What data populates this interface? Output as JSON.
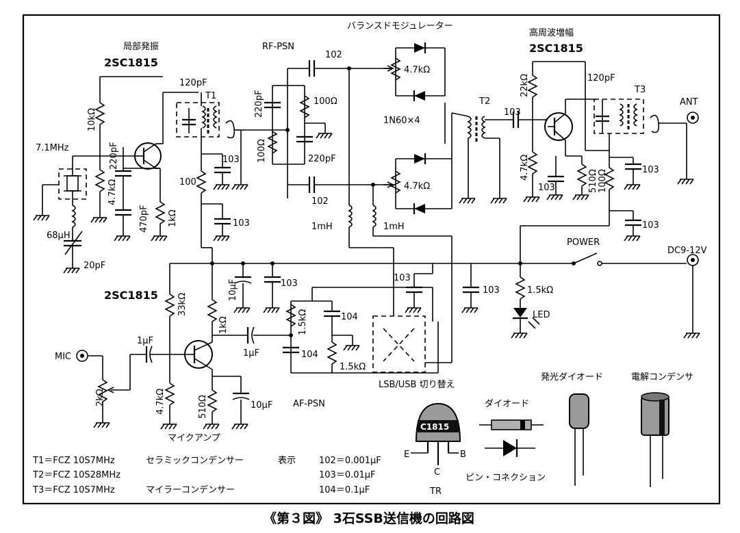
{
  "title_top": "バランスドモジュレーター",
  "sections": {
    "local_osc_title": "局部発振",
    "local_osc_tr": "2SC1815",
    "rf_psn": "RF-PSN",
    "hf_amp_title": "高周波増幅",
    "hf_amp_tr": "2SC1815",
    "mic_amp_tr": "2SC1815",
    "mic_amp_title": "マイクアンプ",
    "af_psn": "AF-PSN",
    "switch_label": "LSB/USB 切り替え"
  },
  "labels": {
    "freq": "7.1MHz",
    "c_120pf_a": "120pF",
    "c_120pf_b": "120pF",
    "c_220pf_a": "220pF",
    "c_220pf_b": "220pF",
    "c_220pf_c": "220pF",
    "c_470pf": "470pF",
    "c_20pf": "20pF",
    "l_68uh": "68μH",
    "r_10k": "10kΩ",
    "r_4k7_a": "4.7kΩ",
    "r_1k_a": "1kΩ",
    "r_100_a": "100",
    "r_100_b": "100Ω",
    "r_100_c": "100Ω",
    "r_100_d": "100Ω",
    "c_103_a": "103",
    "c_103_b": "103",
    "c_103_c": "103",
    "c_103_d": "103",
    "c_103_e": "103",
    "c_103_f": "103",
    "c_103_g": "103",
    "c_103_h": "103",
    "c_103_i": "103",
    "c_102_a": "102",
    "c_102_b": "102",
    "r_4k7_bm_a": "4.7kΩ",
    "r_4k7_bm_b": "4.7kΩ",
    "diodes": "1N60×4",
    "t1": "T1",
    "t2": "T2",
    "t3": "T3",
    "r_22k": "22kΩ",
    "r_4k7_hf": "4.7kΩ",
    "r_510_a": "510Ω",
    "ant": "ANT",
    "l_1mh_a": "1mH",
    "l_1mh_b": "1mH",
    "power": "POWER",
    "dc": "DC9-12V",
    "r_1k5_led": "1.5kΩ",
    "led": "LED",
    "r_33k": "33kΩ",
    "r_1k_b": "1kΩ",
    "c_10uf_a": "10μF",
    "c_10uf_b": "10μF",
    "c_1uf_a": "1μF",
    "c_1uf_b": "1μF",
    "mic": "MIC",
    "r_2k": "2kΩ",
    "r_4k7_mic": "4.7kΩ",
    "r_510_b": "510Ω",
    "r_1k5_af_a": "1.5kΩ",
    "r_1k5_af_b": "1.5kΩ",
    "c_104_a": "104",
    "c_104_b": "104"
  },
  "legend": {
    "t1": "T1＝FCZ 10S7MHz",
    "t2": "T2＝FCZ 10S28MHz",
    "t3": "T3＝FCZ 10S7MHz",
    "ceramic": "セラミックコンデンサー",
    "mylar": "マイラーコンデンサー",
    "display": "表示",
    "v102": "102＝0.001μF",
    "v103": "103＝0.01μF",
    "v104": "104＝0.1μF"
  },
  "parts": {
    "tr_marking": "C1815",
    "tr_e": "E",
    "tr_c": "C",
    "tr_b": "B",
    "tr": "TR",
    "diode": "ダイオード",
    "pin_connection": "ピン・コネクション",
    "led_part": "発光ダイオード",
    "electrolytic": "電解コンデンサ"
  },
  "caption": "《第３図》 3石SSB送信機の回路図"
}
